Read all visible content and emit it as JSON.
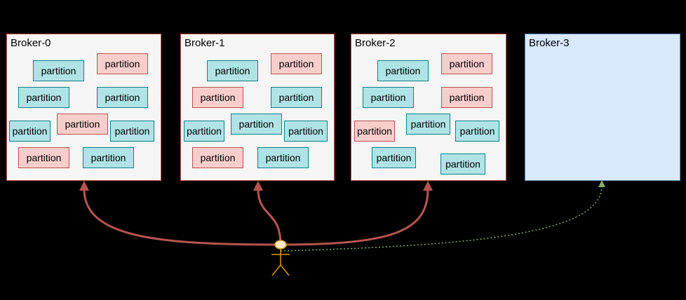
{
  "brokers": [
    {
      "title": "Broker-0",
      "partitions": [
        {
          "label": "partition",
          "kind": "teal"
        },
        {
          "label": "partition",
          "kind": "red"
        },
        {
          "label": "partition",
          "kind": "teal"
        },
        {
          "label": "partition",
          "kind": "teal"
        },
        {
          "label": "partition",
          "kind": "teal"
        },
        {
          "label": "partition",
          "kind": "red"
        },
        {
          "label": "partition",
          "kind": "teal"
        },
        {
          "label": "partition",
          "kind": "red"
        },
        {
          "label": "partition",
          "kind": "teal"
        }
      ]
    },
    {
      "title": "Broker-1",
      "partitions": [
        {
          "label": "partition",
          "kind": "teal"
        },
        {
          "label": "partition",
          "kind": "red"
        },
        {
          "label": "partition",
          "kind": "red"
        },
        {
          "label": "partition",
          "kind": "teal"
        },
        {
          "label": "partition",
          "kind": "teal"
        },
        {
          "label": "partition",
          "kind": "teal"
        },
        {
          "label": "partition",
          "kind": "teal"
        },
        {
          "label": "partition",
          "kind": "red"
        },
        {
          "label": "partition",
          "kind": "teal"
        }
      ]
    },
    {
      "title": "Broker-2",
      "partitions": [
        {
          "label": "partition",
          "kind": "teal"
        },
        {
          "label": "partition",
          "kind": "red"
        },
        {
          "label": "partition",
          "kind": "teal"
        },
        {
          "label": "partition",
          "kind": "red"
        },
        {
          "label": "partition",
          "kind": "red"
        },
        {
          "label": "partition",
          "kind": "teal"
        },
        {
          "label": "partition",
          "kind": "teal"
        },
        {
          "label": "partition",
          "kind": "teal"
        },
        {
          "label": "partition",
          "kind": "teal"
        }
      ]
    },
    {
      "title": "Broker-3",
      "partitions": []
    }
  ],
  "colors": {
    "teal_fill": "#b0e3e6",
    "red_fill": "#f8cecc",
    "arrow_red": "#b85450",
    "arrow_green": "#82b366",
    "actor": "#d79b00"
  }
}
